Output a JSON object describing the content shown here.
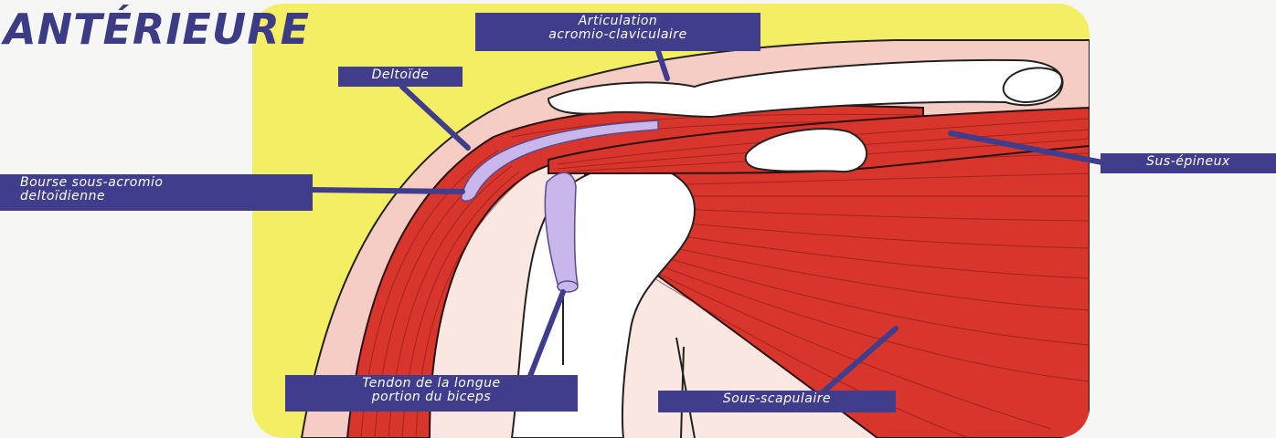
{
  "title": "ANTÉRIEURE",
  "labels": {
    "acromio": "Articulation\nacromio-claviculaire",
    "deltoide": "Deltoïde",
    "sus_epineux": "Sus-épineux",
    "bourse": "Bourse sous-acromio\ndeltoïdienne",
    "tendon": "Tendon de la longue\nportion du biceps",
    "sous_scapulaire": "Sous-scapulaire"
  },
  "colors": {
    "panel_bg": "#f3ee64",
    "skin": "#f6cdc4",
    "muscle": "#d8352c",
    "bone": "#ffffff",
    "bursa": "#c9b6ea",
    "label_bg": "#3f3d8c",
    "title": "#3c3c86"
  }
}
